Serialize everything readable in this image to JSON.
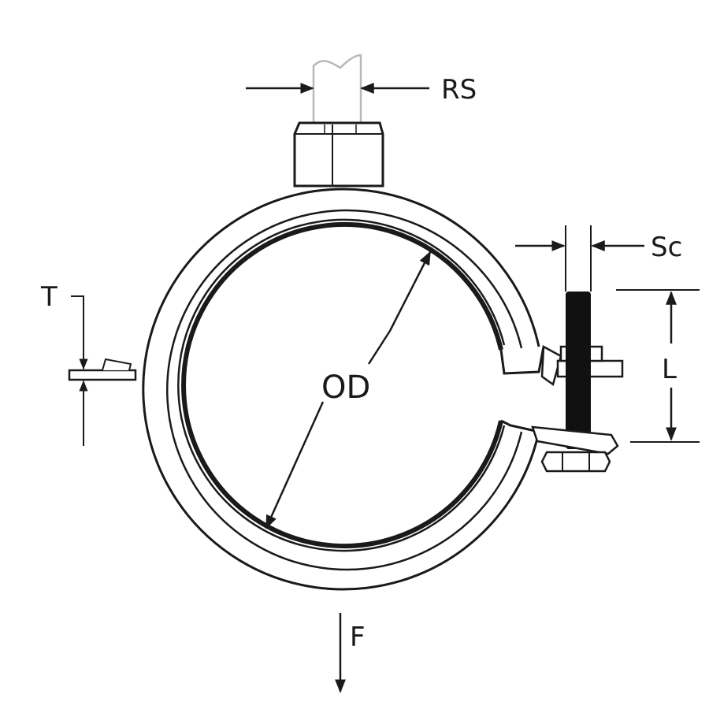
{
  "diagram": {
    "labels": {
      "rod_size": "RS",
      "screw_size": "Sc",
      "thickness": "T",
      "length": "L",
      "outer_diameter": "OD",
      "force": "F"
    },
    "colors": {
      "line": "#1a1a1a",
      "rod_outline": "#b8b8b8",
      "bolt_fill": "#111111",
      "background": "#ffffff"
    }
  }
}
